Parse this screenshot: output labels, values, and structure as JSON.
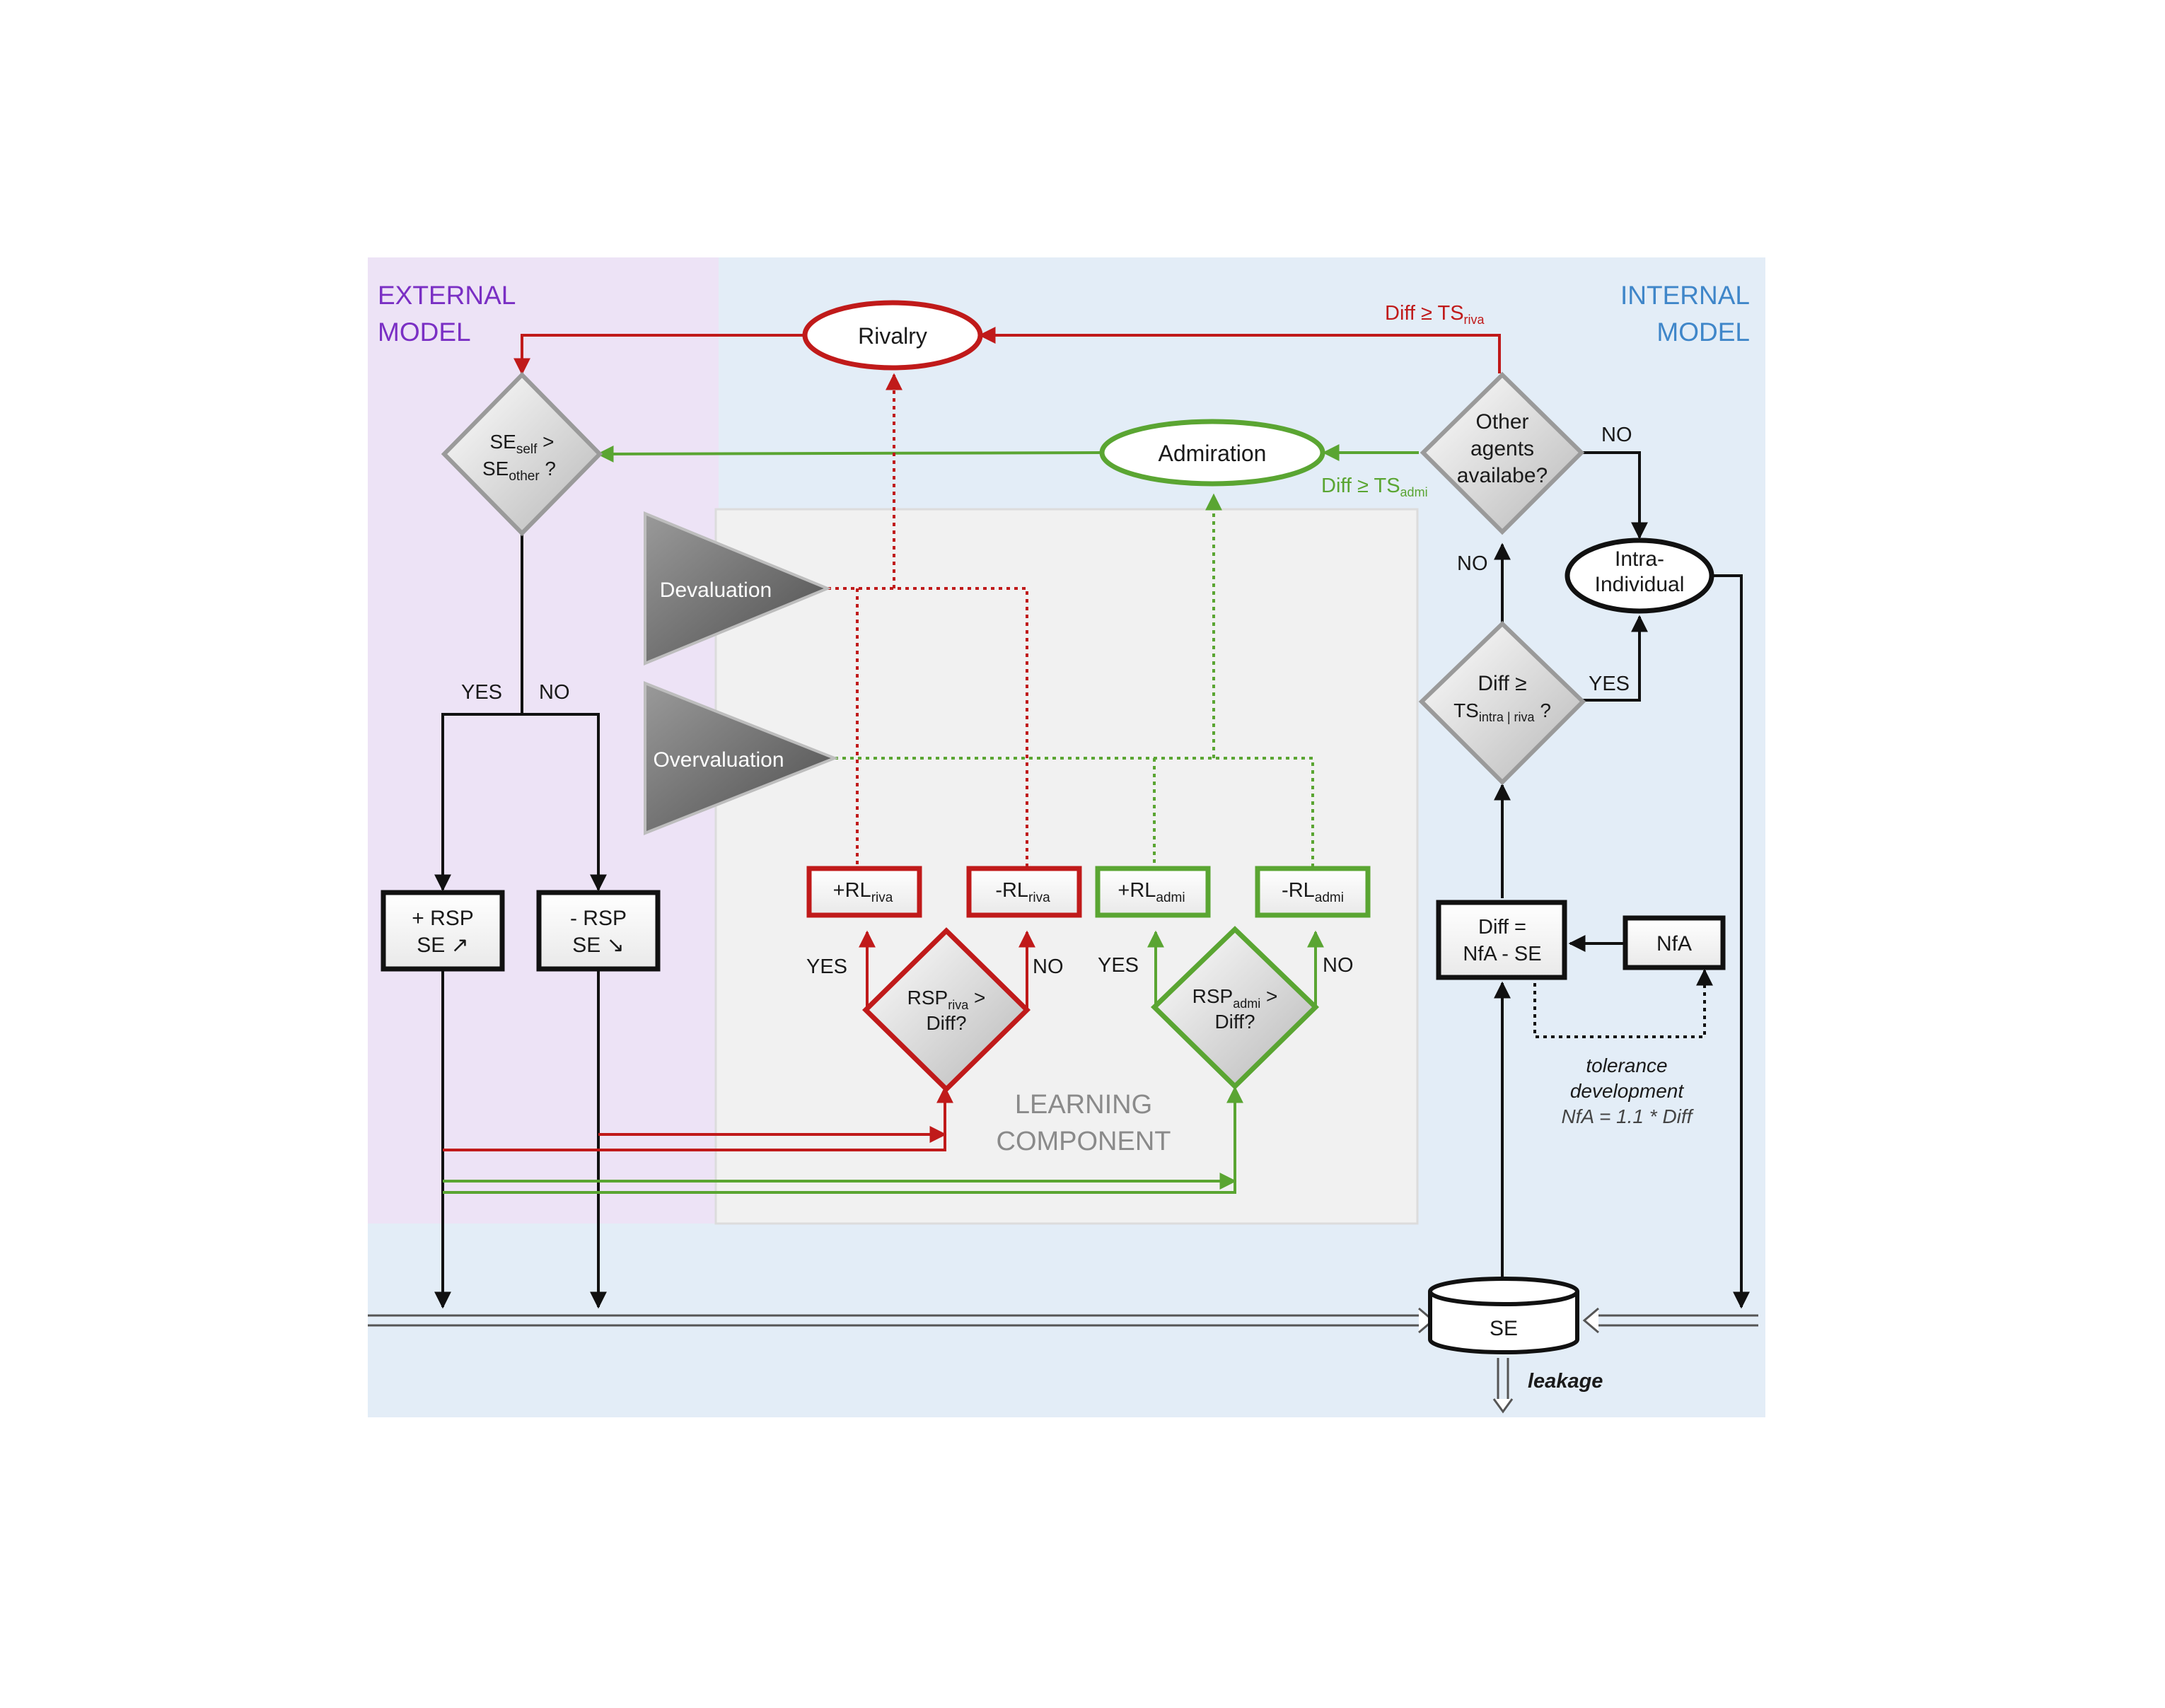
{
  "regions": {
    "external_model": [
      "EXTERNAL",
      "MODEL"
    ],
    "internal_model": [
      "INTERNAL",
      "MODEL"
    ],
    "learning_component": [
      "LEARNING",
      "COMPONENT"
    ]
  },
  "colors": {
    "external_bg": "#ede3f6",
    "internal_bg": "#e3edf7",
    "learning_bg": "#f1f1f1",
    "external_text": "#7a2fc4",
    "internal_text": "#3f86c9",
    "red": "#c01a1a",
    "green": "#5aa532",
    "black": "#111111"
  },
  "nodes": {
    "rivalry": "Rivalry",
    "admiration": "Admiration",
    "intra_individual": [
      "Intra-",
      "Individual"
    ],
    "se_compare": {
      "a": "SE",
      "a_sub": "self",
      "a_rest": " >",
      "b": "SE",
      "b_sub": "other",
      "b_rest": " ?"
    },
    "other_agents": [
      "Other",
      "agents",
      "availabe?"
    ],
    "diff_threshold": {
      "line1": "Diff ≥",
      "b": "TS",
      "b_sub": "intra | riva",
      "b_rest": " ?"
    },
    "devaluation": "Devaluation",
    "overvaluation": "Overvaluation",
    "plus_rsp": [
      "+ RSP",
      "SE ↗"
    ],
    "minus_rsp": [
      "- RSP",
      "SE ↘"
    ],
    "plus_rl_riva": {
      "main": "+RL",
      "sub": "riva"
    },
    "minus_rl_riva": {
      "main": "-RL",
      "sub": "riva"
    },
    "plus_rl_admi": {
      "main": "+RL",
      "sub": "admi"
    },
    "minus_rl_admi": {
      "main": "-RL",
      "sub": "admi"
    },
    "rsp_riva_check": {
      "main": "RSP",
      "sub": "riva",
      "rest": " >",
      "line2": "Diff?"
    },
    "rsp_admi_check": {
      "main": "RSP",
      "sub": "admi",
      "rest": " >",
      "line2": "Diff?"
    },
    "diff_calc": [
      "Diff =",
      "NfA - SE"
    ],
    "nfa": "NfA",
    "se_store": "SE"
  },
  "edge_labels": {
    "diff_ts_riva": {
      "main": "Diff ≥ TS",
      "sub": "riva"
    },
    "diff_ts_admi": {
      "main": "Diff ≥ TS",
      "sub": "admi"
    },
    "yes": "YES",
    "no": "NO",
    "tolerance": [
      "tolerance",
      "development",
      "NfA = 1.1 * Diff"
    ],
    "leakage": "leakage"
  }
}
